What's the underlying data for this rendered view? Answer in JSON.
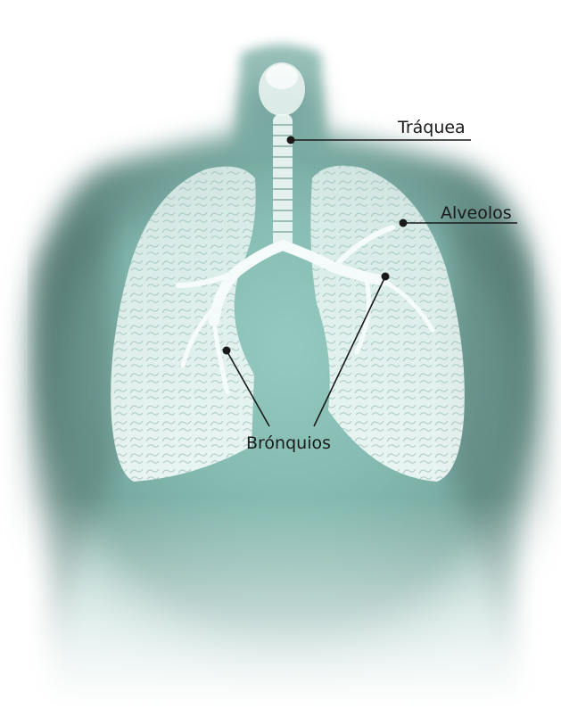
{
  "diagram": {
    "labels": {
      "traquea": "Tráquea",
      "alveolos": "Alveolos",
      "bronquios": "Brónquios"
    },
    "colors": {
      "background": "#ffffff",
      "torso_tint": "#a9dcd3",
      "torso_shadow": "#4f6f6a",
      "lung_fill": "#e8f4f1",
      "leader_line": "#1a1a1a"
    }
  }
}
